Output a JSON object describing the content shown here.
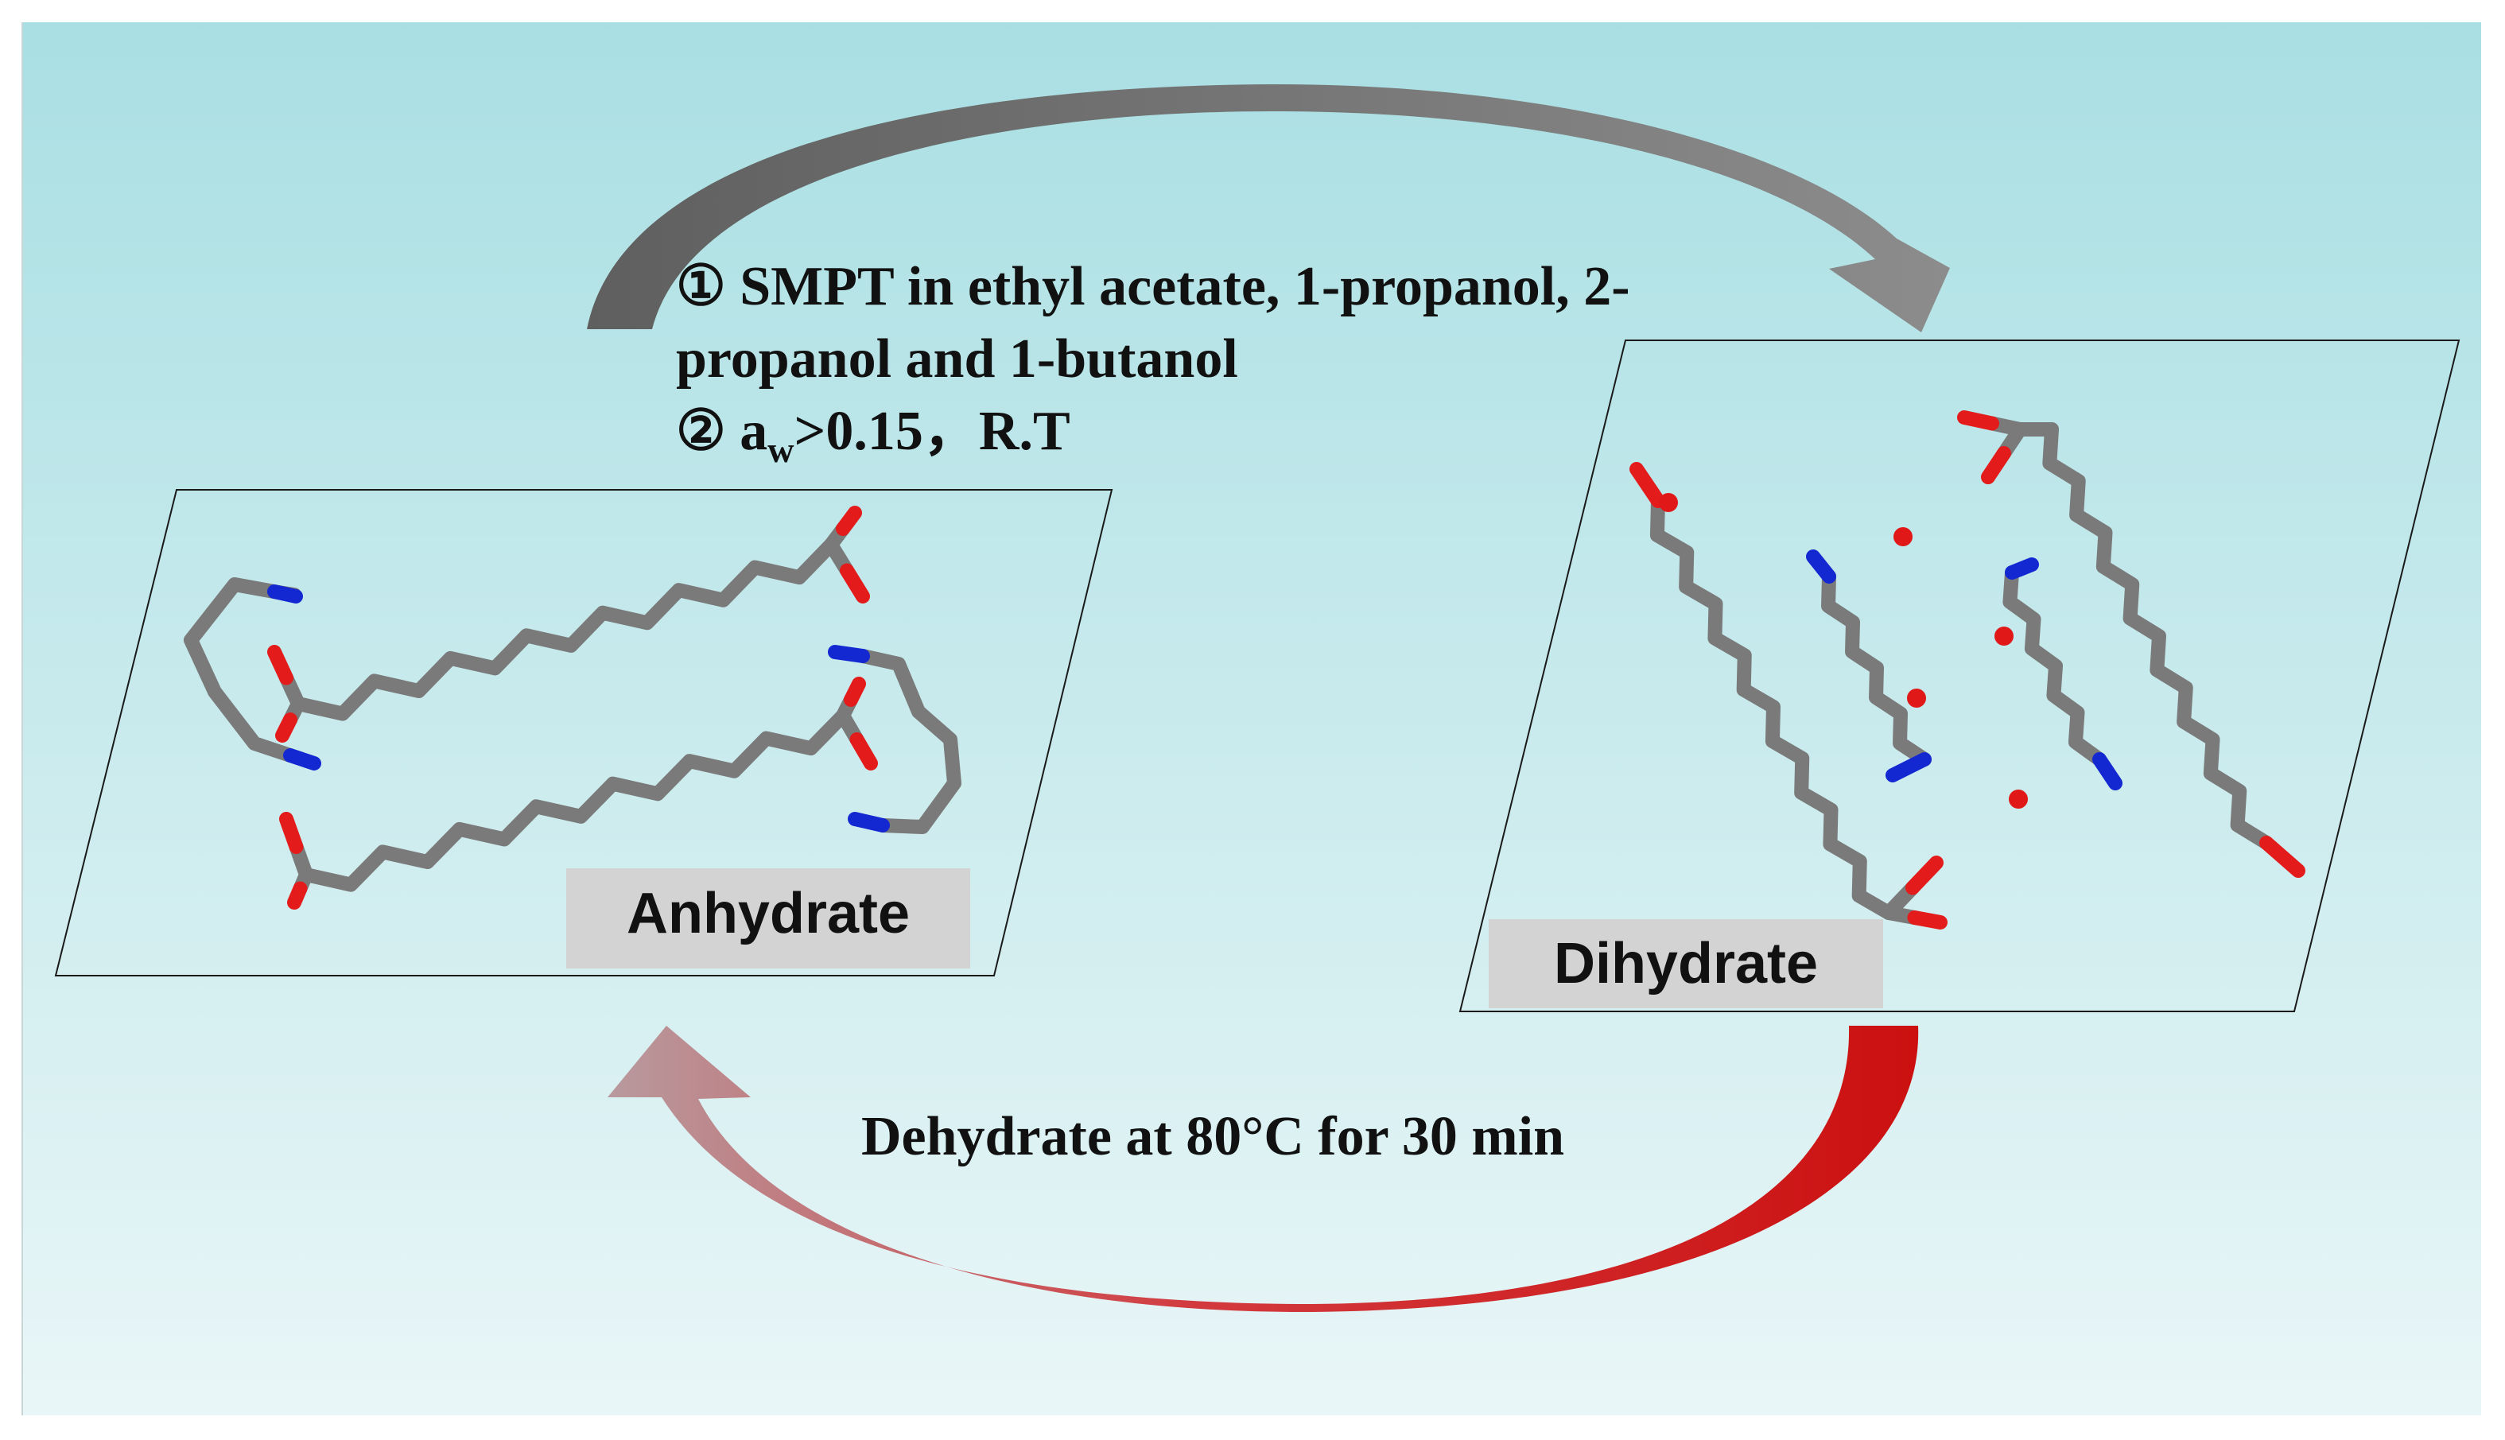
{
  "top_condition": {
    "line1": "① SMPT in ethyl acetate, 1-propanol, 2-",
    "line2": "propanol and 1-butanol",
    "line3_prefix": "② a",
    "line3_sub": "w",
    "line3_suffix": ">0.15，R.T"
  },
  "bottom_condition": "Dehydrate at 80°C for 30 min",
  "left_panel": {
    "label": "Anhydrate"
  },
  "right_panel": {
    "label": "Dihydrate"
  },
  "colors": {
    "background_top": "#a9dfe3",
    "background_bottom": "#e9f6f7",
    "bond_carbon": "#7a7a7a",
    "oxygen": "#e31b1b",
    "nitrogen": "#1428d2",
    "water": "#e01818",
    "top_arrow": "#6e6e6e",
    "bottom_arrow": "#cc1111",
    "label_box": "#d3d3d3"
  }
}
